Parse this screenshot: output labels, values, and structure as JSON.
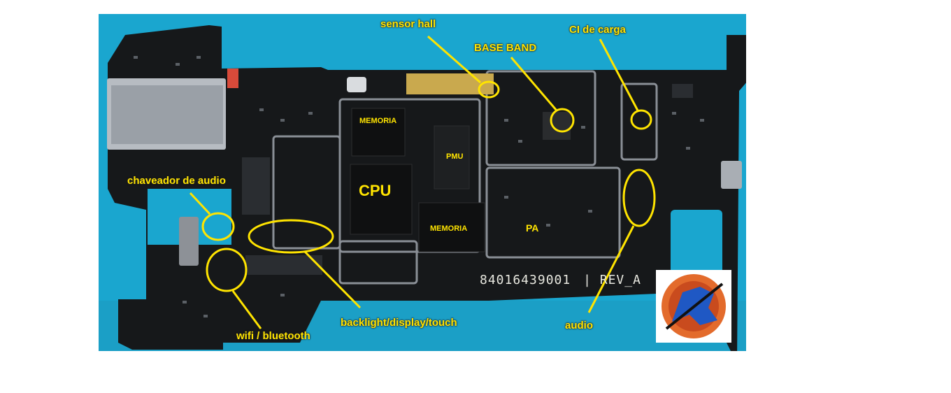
{
  "labels": {
    "sensor_hall": "sensor hall",
    "base_band": "BASE BAND",
    "ci_de_carga": "CI de carga",
    "chaveador_de_audio": "chaveador de audio",
    "wifi_bluetooth": "wifi / bluetooth",
    "backlight_display_touch": "backlight/display/touch",
    "audio": "audio"
  },
  "chips": {
    "memoria_top": "MEMORIA",
    "pmu": "PMU",
    "cpu": "CPU",
    "memoria_bottom": "MEMORIA",
    "pa": "PA"
  },
  "board": {
    "part_number": "84016439001",
    "revision": "REV_A"
  },
  "colors": {
    "background_mat": "#1aa6cf",
    "board": "#16181a",
    "annotation": "#ffe400"
  }
}
